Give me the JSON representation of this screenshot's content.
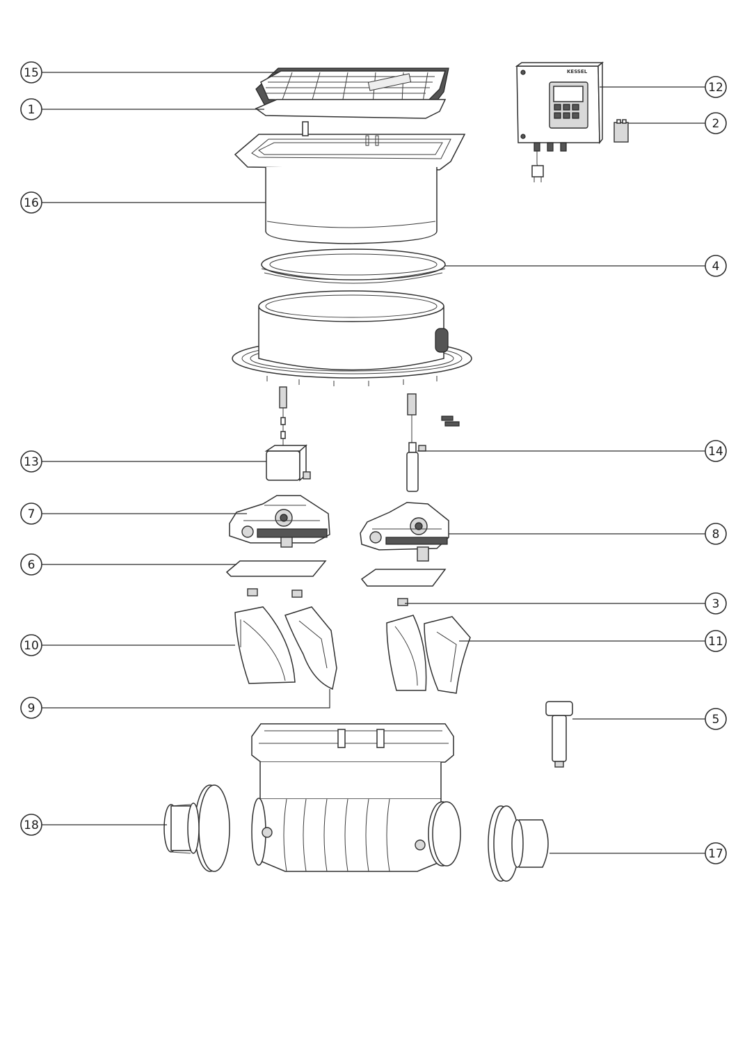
{
  "brand_label": "KESSEL",
  "callouts": [
    {
      "id": "15",
      "label": "15"
    },
    {
      "id": "1",
      "label": "1"
    },
    {
      "id": "16",
      "label": "16"
    },
    {
      "id": "12",
      "label": "12"
    },
    {
      "id": "2",
      "label": "2"
    },
    {
      "id": "4",
      "label": "4"
    },
    {
      "id": "13",
      "label": "13"
    },
    {
      "id": "14",
      "label": "14"
    },
    {
      "id": "7",
      "label": "7"
    },
    {
      "id": "8",
      "label": "8"
    },
    {
      "id": "6",
      "label": "6"
    },
    {
      "id": "3",
      "label": "3"
    },
    {
      "id": "10",
      "label": "10"
    },
    {
      "id": "11",
      "label": "11"
    },
    {
      "id": "9",
      "label": "9"
    },
    {
      "id": "5",
      "label": "5"
    },
    {
      "id": "18",
      "label": "18"
    },
    {
      "id": "17",
      "label": "17"
    }
  ]
}
